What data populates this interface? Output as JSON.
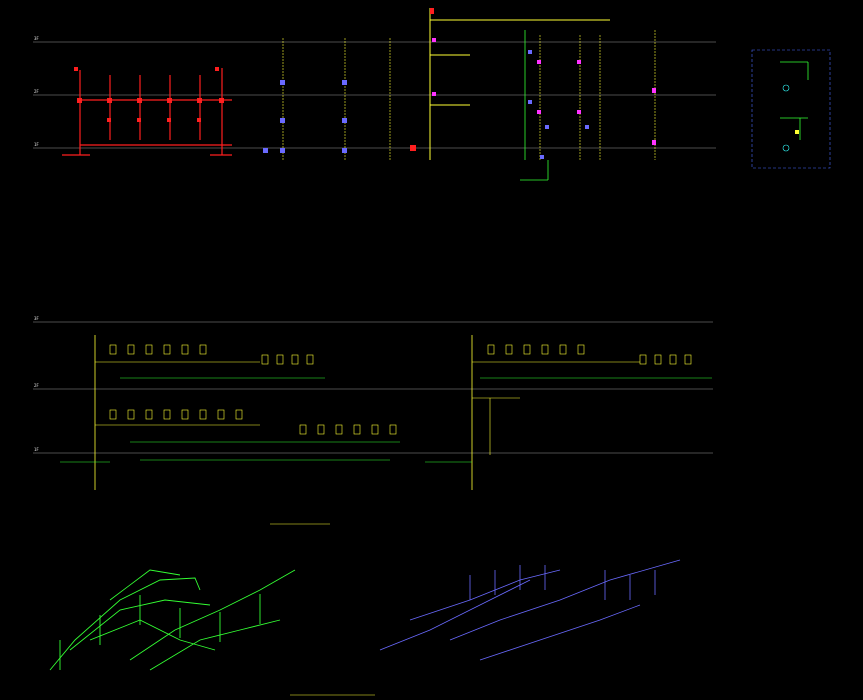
{
  "colors": {
    "background": "#000000",
    "grid_line": "#9a9a9a",
    "red_system": "#ff1f1f",
    "yellow_pipe": "#ffff33",
    "green_pipe": "#33ff33",
    "magenta_node": "#ff33ff",
    "blue_node": "#6a6aff",
    "cyan_pipe": "#33ffff",
    "white_text": "#e8e8e8",
    "legend_border": "#4a6aff"
  },
  "icons": [
    "valve-icon",
    "fixture-icon",
    "section-marker-icon"
  ],
  "labels": {
    "level_top": "3F",
    "level_mid": "2F",
    "level_low": "1F",
    "level_b_top": "3F",
    "level_b_mid": "2F",
    "level_b_low": "1F"
  },
  "diagram": {
    "red_system_nodes": 6,
    "bottom_fixture_rows": 2
  }
}
